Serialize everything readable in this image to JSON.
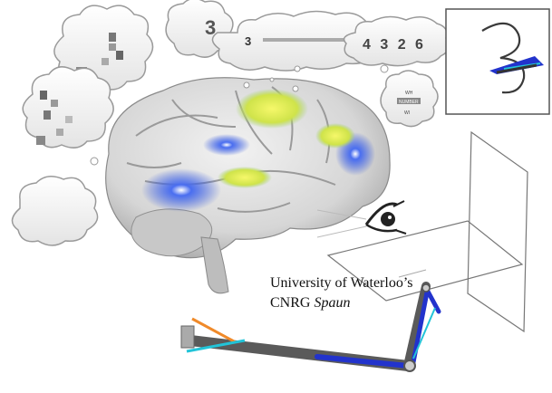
{
  "caption": {
    "line1": "University of Waterloo’s",
    "line2_prefix": "CNRG ",
    "line2_italic": "Spaun"
  },
  "thoughts": {
    "digit_three": "3",
    "digit_three_bubble": "3",
    "sequence": "4 3 2 6",
    "small_lines": [
      "WH",
      "NUMBER",
      "WI"
    ]
  },
  "icons": [
    "brain-icon",
    "eye-icon",
    "robot-arm-icon",
    "thought-bubble-icon"
  ],
  "colors": {
    "activation_blue": "#2b4fd8",
    "activation_yellow": "#e6e83a",
    "activation_green": "#7ec86a",
    "arm_gray": "#5a5a5a",
    "arm_blue": "#2233cc",
    "arm_cyan": "#22c4d8",
    "arm_orange": "#f08a2a"
  }
}
